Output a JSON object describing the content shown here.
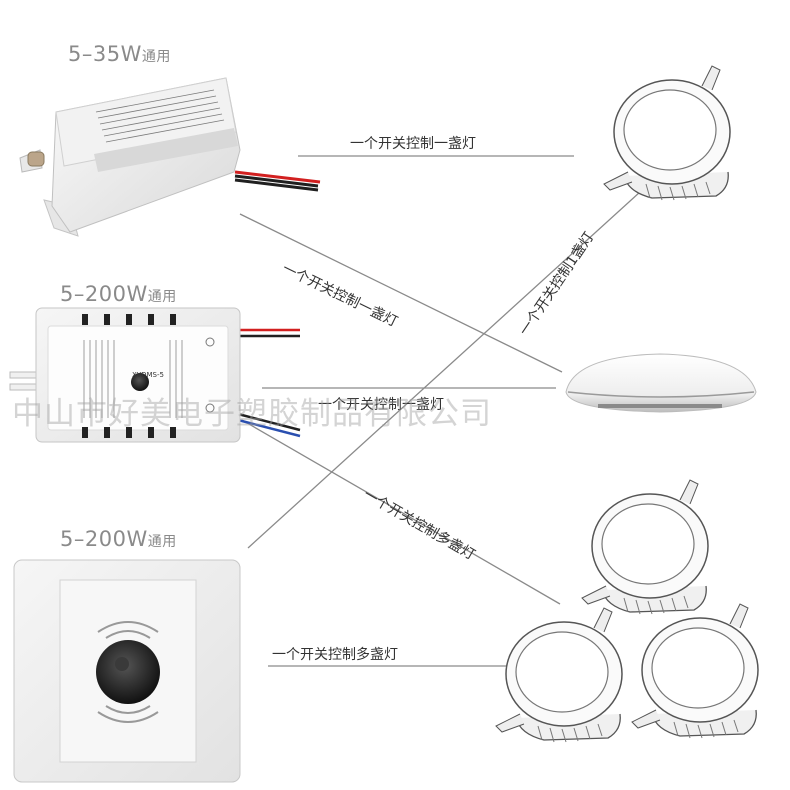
{
  "devices": [
    {
      "wattage_main": "5–35W",
      "wattage_suffix": "通用",
      "kind": "small sensor module"
    },
    {
      "wattage_main": "5–200W",
      "wattage_suffix": "通用",
      "kind": "sound-light sensor module"
    },
    {
      "wattage_main": "5–200W",
      "wattage_suffix": "通用",
      "kind": "wall panel switch"
    }
  ],
  "captions": [
    "一个开关控制一盏灯",
    "一个开关控制1盏灯",
    "一个开关控制一盏灯",
    "一个开关控制一盏灯",
    "一个开关控制多盏灯",
    "一个开关控制多盏灯"
  ],
  "watermark": "中山市好美电子塑胶制品有限公司",
  "device_label": "XYDMS-5",
  "colors": {
    "line": "#8a8a8a",
    "wire_red": "#d22020",
    "wire_blue": "#2a4fb0",
    "wire_black": "#202020",
    "watermark": "#a0a0a0"
  }
}
